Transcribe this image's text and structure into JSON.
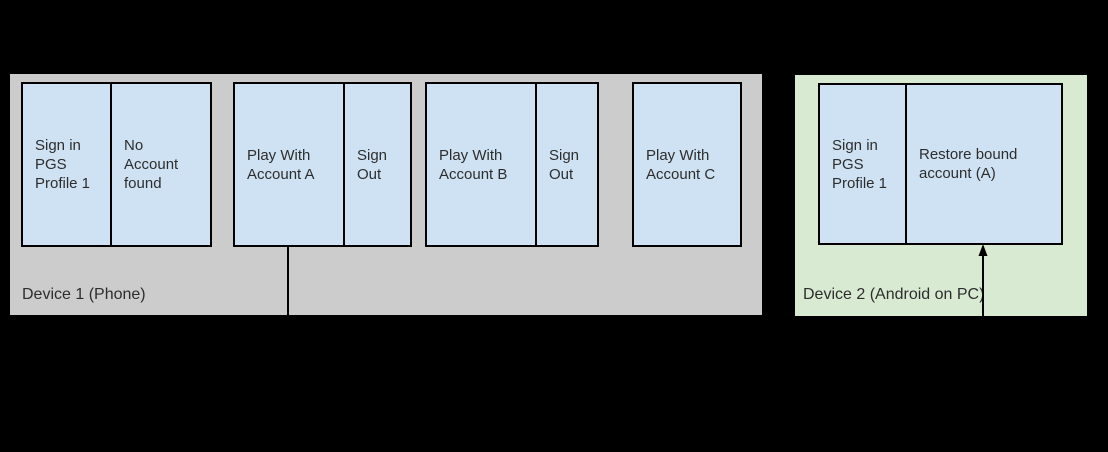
{
  "canvas": {
    "background": "#000000"
  },
  "colors": {
    "device1_bg": "#cccccc",
    "device2_bg": "#d9ead3",
    "step_box_bg": "#cfe2f3",
    "box_border": "#000000",
    "connector": "#000000",
    "text": "#2d2d2d"
  },
  "device1": {
    "label": "Device 1 (Phone)",
    "groups": [
      {
        "cells": [
          "Sign in\nPGS\nProfile 1",
          "No\nAccount\nfound"
        ]
      },
      {
        "cells": [
          "Play With\nAccount A",
          "Sign\nOut"
        ]
      },
      {
        "cells": [
          "Play With\nAccount B",
          "Sign\nOut"
        ]
      },
      {
        "cells": [
          "Play With\nAccount C"
        ]
      }
    ]
  },
  "device2": {
    "label": "Device 2 (Android on PC)",
    "groups": [
      {
        "cells": [
          "Sign in\nPGS\nProfile 1",
          "Restore bound\naccount (A)"
        ]
      }
    ]
  },
  "connector": {
    "from": "Play With Account A",
    "to": "Restore bound account (A)"
  }
}
